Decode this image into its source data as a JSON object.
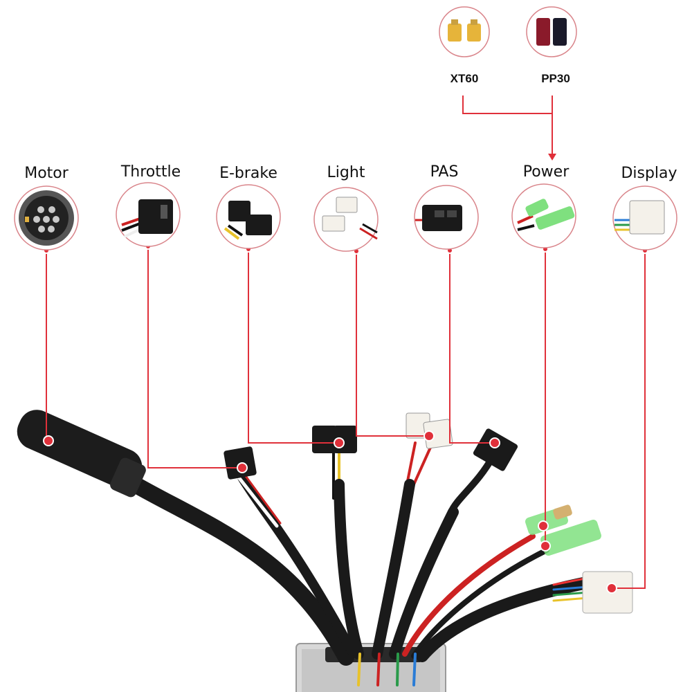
{
  "battery_connectors": [
    {
      "id": "xt60",
      "label": "XT60"
    },
    {
      "id": "pp30",
      "label": "PP30"
    }
  ],
  "ports": [
    {
      "id": "motor",
      "label": "Motor"
    },
    {
      "id": "throttle",
      "label": "Throttle"
    },
    {
      "id": "ebrake",
      "label": "E-brake"
    },
    {
      "id": "light",
      "label": "Light"
    },
    {
      "id": "pas",
      "label": "PAS"
    },
    {
      "id": "power",
      "label": "Power"
    },
    {
      "id": "display",
      "label": "Display"
    }
  ],
  "colors": {
    "leader_line": "#e0303a",
    "dot": "#e0303a",
    "circle_border": "#d9848a",
    "cable": "#1a1a1a"
  }
}
